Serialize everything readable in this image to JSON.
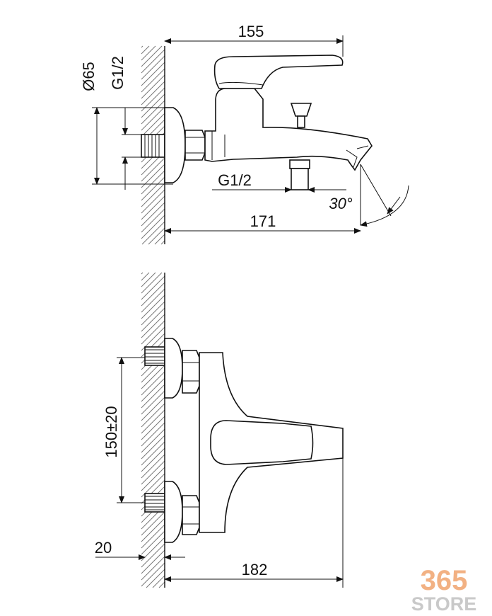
{
  "top_view": {
    "dim_width_top": "155",
    "dim_diameter": "Ø65",
    "dim_thread_left": "G1/2",
    "dim_thread_bottom": "G1/2",
    "dim_angle": "30°",
    "dim_length": "171"
  },
  "front_view": {
    "dim_spacing": "150±20",
    "dim_depth": "20",
    "dim_length": "182"
  },
  "watermark": {
    "number": "365",
    "word": "STORE",
    "number_color": "#f2b183",
    "word_color": "#c9c9c9"
  }
}
